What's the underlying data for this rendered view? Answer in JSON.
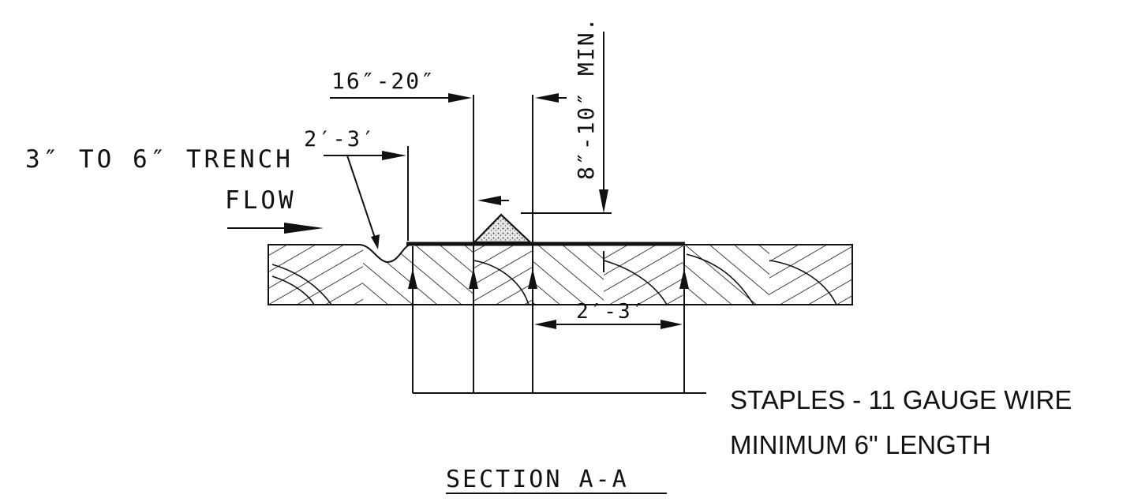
{
  "labels": {
    "trench": "3″ TO 6″ TRENCH",
    "flow": "FLOW",
    "dim_16_20": "16″-20″",
    "dim_2_3_top": "2′-3′",
    "dim_8_10": "8″-10″ MIN.",
    "dim_2_3_bottom": "2′-3′",
    "staples_line1": "STAPLES - 11 GAUGE WIRE",
    "staples_line2": "MINIMUM 6\" LENGTH",
    "section_title": "SECTION A-A"
  },
  "colors": {
    "ink": "#111111",
    "stone_fill": "#cfcfcf",
    "background": "#ffffff"
  }
}
